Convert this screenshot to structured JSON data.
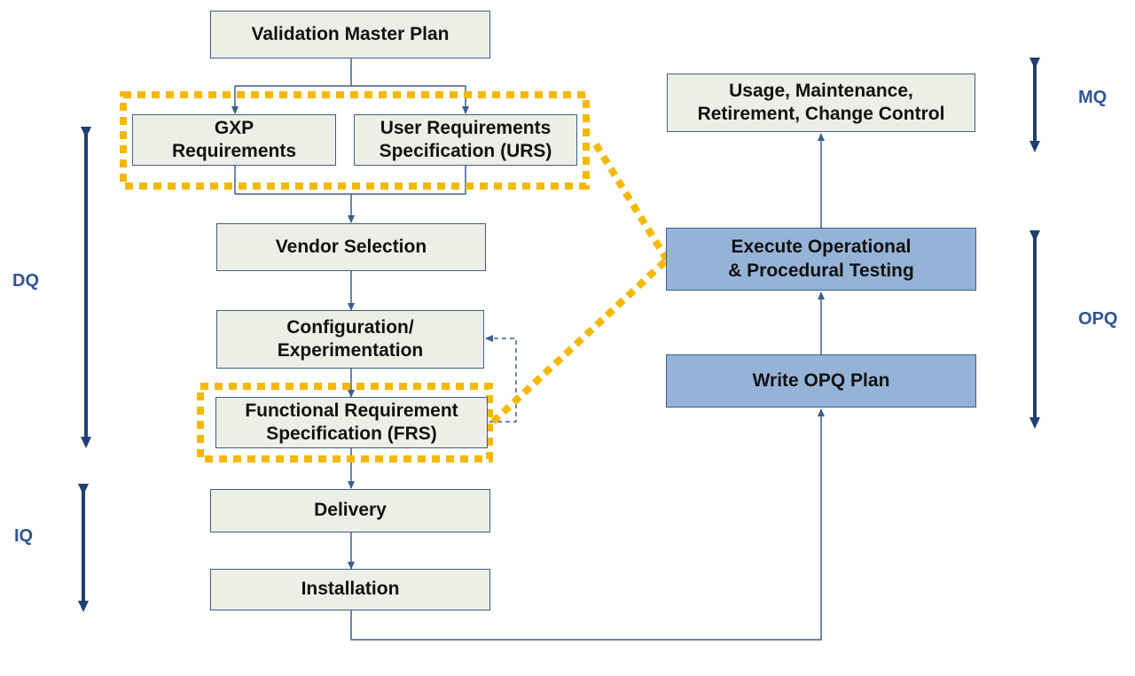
{
  "boxes": {
    "vmp": "Validation Master Plan",
    "gxp": "GXP\nRequirements",
    "urs": "User Requirements\nSpecification (URS)",
    "vendor": "Vendor Selection",
    "config": "Configuration/\nExperimentation",
    "frs": "Functional Requirement\nSpecification (FRS)",
    "delivery": "Delivery",
    "installation": "Installation",
    "usage": "Usage, Maintenance,\nRetirement, Change Control",
    "execute": "Execute Operational\n& Procedural Testing",
    "write_opq": "Write OPQ Plan"
  },
  "phases": {
    "dq": "DQ",
    "iq": "IQ",
    "mq": "MQ",
    "opq": "OPQ"
  },
  "colors": {
    "box_fill": "#efeee6",
    "box_fill_blue": "#95b3d7",
    "border": "#3b5e8a",
    "connector": "#3b5e8a",
    "phase_arrow": "#1f3f70",
    "highlight": "#f5b800",
    "phase_text": "#2f5597"
  }
}
